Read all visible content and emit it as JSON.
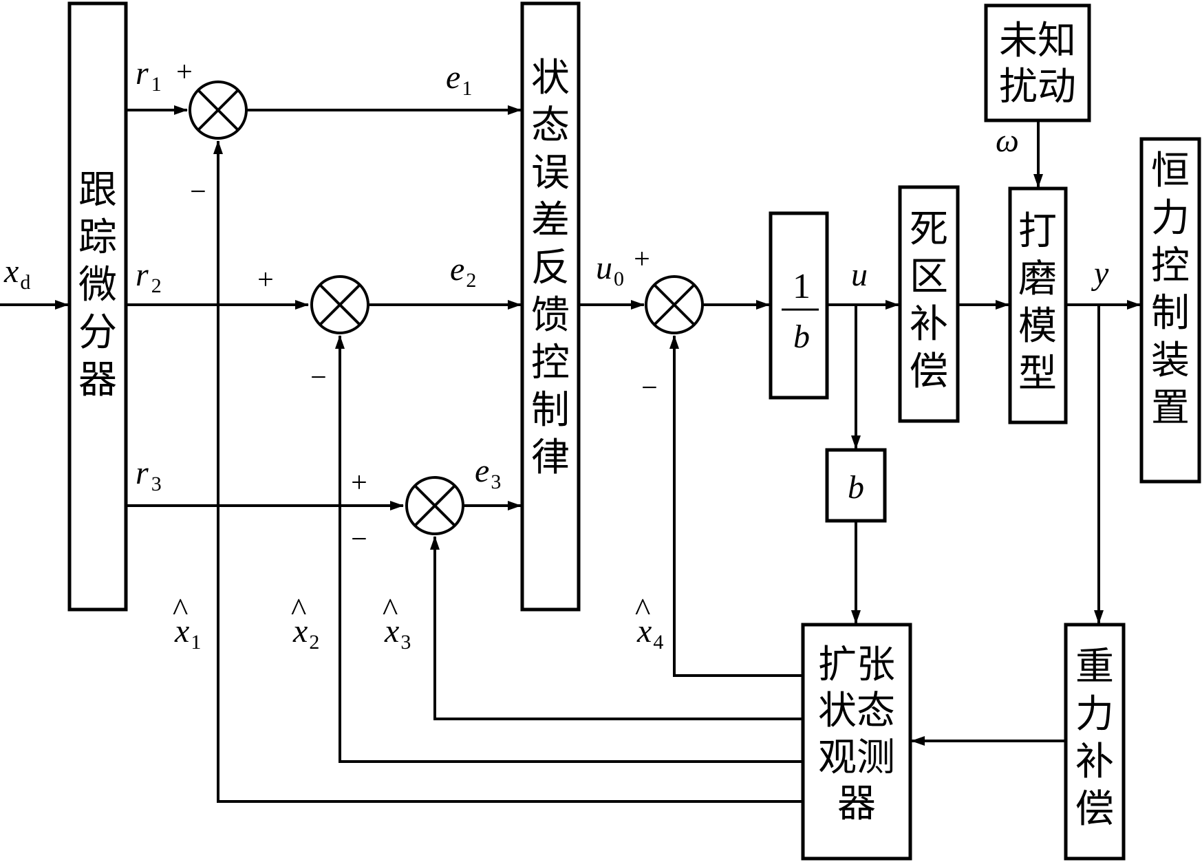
{
  "blocks": {
    "td": "跟踪微分器",
    "sef": "状态误差反馈控制律",
    "inv_b": {
      "num": "1",
      "den": "b"
    },
    "deadzone": "死区补偿",
    "disturbance": "未知扰动",
    "grinding": "打磨模型",
    "device": "恒力控制装置",
    "b_gain": "b",
    "eso": "扩张状态观测器",
    "gravity": "重力补偿"
  },
  "signals": {
    "xd": {
      "base": "x",
      "sub": "d"
    },
    "r1": {
      "base": "r",
      "sub": "1"
    },
    "r2": {
      "base": "r",
      "sub": "2"
    },
    "r3": {
      "base": "r",
      "sub": "3"
    },
    "e1": {
      "base": "e",
      "sub": "1"
    },
    "e2": {
      "base": "e",
      "sub": "2"
    },
    "e3": {
      "base": "e",
      "sub": "3"
    },
    "u0": {
      "base": "u",
      "sub": "0"
    },
    "u": "u",
    "y": "y",
    "omega": "ω",
    "xh1": {
      "hat": "^",
      "base": "x",
      "sub": "1"
    },
    "xh2": {
      "hat": "^",
      "base": "x",
      "sub": "2"
    },
    "xh3": {
      "hat": "^",
      "base": "x",
      "sub": "3"
    },
    "xh4": {
      "hat": "^",
      "base": "x",
      "sub": "4"
    }
  },
  "signs": {
    "plus": "+",
    "minus": "−"
  }
}
